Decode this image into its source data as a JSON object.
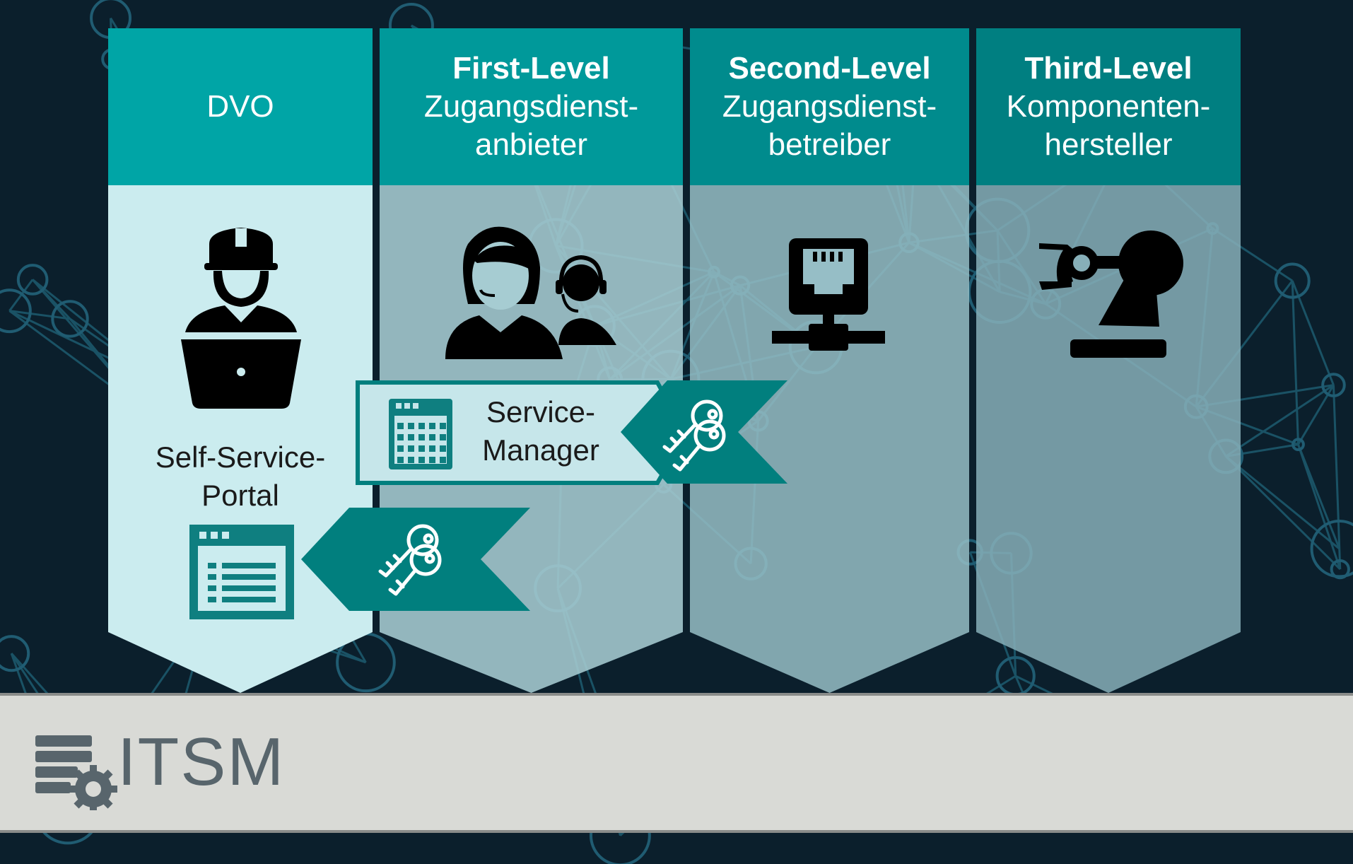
{
  "columns": [
    {
      "id": "dvo",
      "title_bold": "",
      "title_lines": [
        "DVO"
      ],
      "head_color": "#00a5a6",
      "body_color": "#cbecef"
    },
    {
      "id": "first",
      "title_bold": "First-Level",
      "title_lines": [
        "Zugangsdienst-",
        "anbieter"
      ],
      "head_color": "#00999a",
      "body_color": "#97c2c9"
    },
    {
      "id": "second",
      "title_bold": "Second-Level",
      "title_lines": [
        "Zugangsdienst-",
        "betreiber"
      ],
      "head_color": "#008b8d",
      "body_color": "#89b1b9"
    },
    {
      "id": "third",
      "title_bold": "Third-Level",
      "title_lines": [
        "Komponenten-",
        "hersteller"
      ],
      "head_color": "#007f81",
      "body_color": "#7ba1a9"
    }
  ],
  "portal": {
    "label_lines": [
      "Self-Service-",
      "Portal"
    ]
  },
  "service_manager": {
    "label_lines": [
      "Service-",
      "Manager"
    ]
  },
  "itsm": {
    "label": "ITSM",
    "color": "#58656c"
  },
  "icons": [
    "engineer-laptop-icon",
    "support-agents-icon",
    "network-port-icon",
    "robot-arm-icon",
    "calendar-grid-icon",
    "browser-window-icon",
    "keys-icon",
    "server-gear-icon"
  ],
  "colors": {
    "teal_dark": "#00807f",
    "teal_arrow": "#017f7e",
    "background": "#0b1e2a",
    "bar": "#d9dad6"
  }
}
